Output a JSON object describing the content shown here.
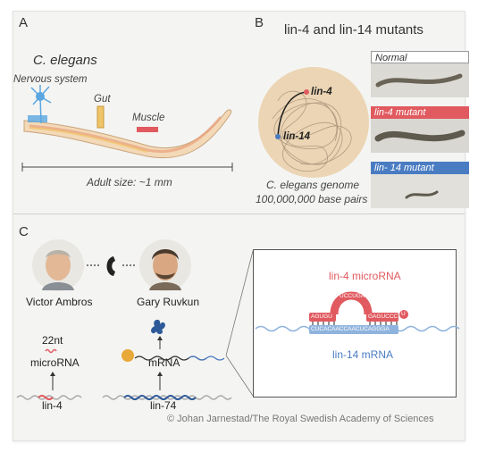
{
  "panels": {
    "a": {
      "letter": "A",
      "title": "C. elegans",
      "nervous_system": "Nervous system",
      "gut": "Gut",
      "muscle": "Muscle",
      "size": "Adult size: ~1 mm"
    },
    "b": {
      "letter": "B",
      "title": "lin-4 and lin-14 mutants",
      "gene_lin4": "lin-4",
      "gene_lin14": "lin-14",
      "genome_line1": "C. elegans genome",
      "genome_line2": "100,000,000 base pairs",
      "photos": [
        {
          "label": "Normal",
          "color": "#ffffff",
          "text_color": "#333333"
        },
        {
          "label": "lin-4 mutant",
          "color": "#e05a5f",
          "text_color": "#ffffff"
        },
        {
          "label": "lin- 14 mutant",
          "color": "#4a7cc2",
          "text_color": "#ffffff"
        }
      ]
    },
    "c": {
      "letter": "C",
      "person1": "Victor Ambros",
      "person2": "Gary Ruvkun",
      "nt": "22nt",
      "microrna": "microRNA",
      "mrna": "mRNA",
      "gene_left": "lin-4",
      "gene_right": "lin-74",
      "inset": {
        "microrna_label": "lin-4 microRNA",
        "mrna_label": "lin-14 mRNA",
        "mirna_left": "AGUGU",
        "mirna_loop": "UCCUGA",
        "mirna_right": "GAGUCCC",
        "mirna_end": "U",
        "mrna_seq": "CUCACAACCAACUCAGGGA"
      },
      "credit": "© Johan Jarnestad/The Royal Swedish Academy of Sciences"
    }
  },
  "colors": {
    "red": "#e05a5f",
    "blue": "#4a7cc2",
    "light_blue": "#8fb3dd",
    "separator": "#cfcfcf"
  }
}
